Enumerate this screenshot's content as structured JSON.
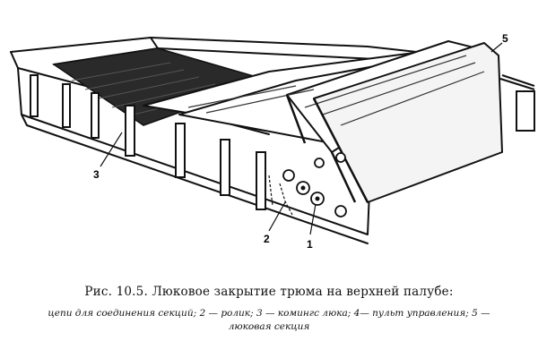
{
  "figure": {
    "callouts": {
      "c1": "1",
      "c2": "2",
      "c3": "3",
      "c5": "5"
    }
  },
  "caption": {
    "title": "Рис. 10.5. Люковое закрытие трюма на верхней палубе:",
    "legend_line1": "цепи для соединения секций; 2 — ролик; 3 — комингс люка; 4— пульт управления; 5 —",
    "legend_line2": "люковая секция"
  }
}
